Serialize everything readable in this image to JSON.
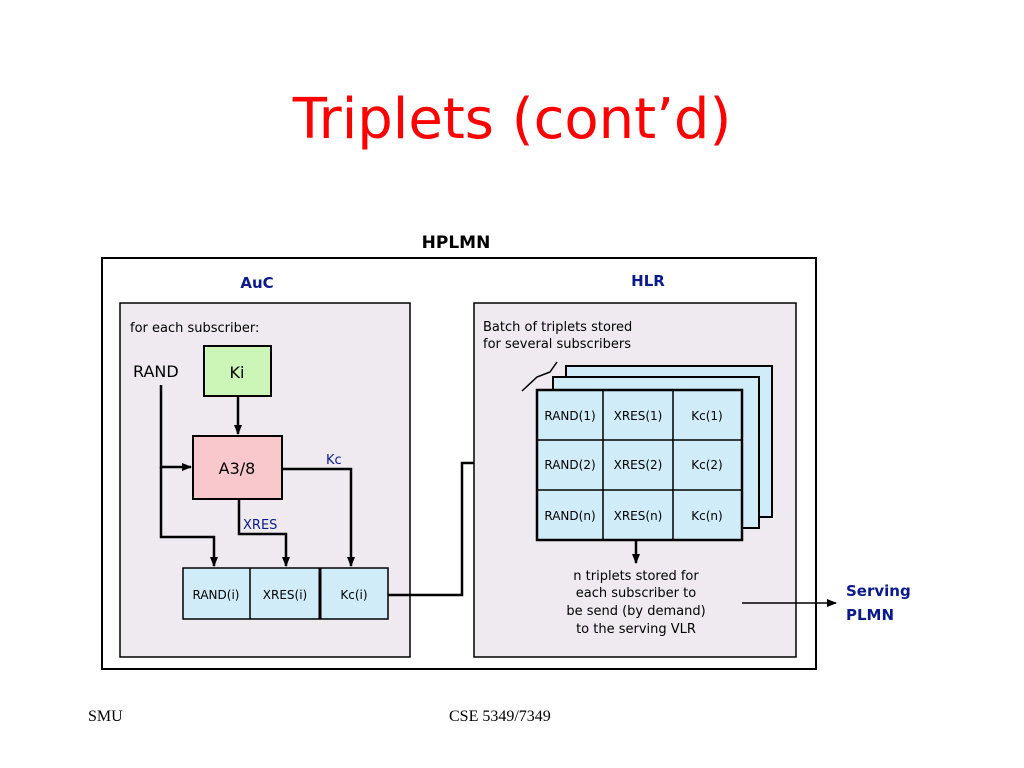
{
  "slide": {
    "title": "Triplets (cont’d)",
    "footer_left": "SMU",
    "footer_center": "CSE 5349/7349"
  },
  "diagram": {
    "outer_label": "HPLMN",
    "auc": {
      "label": "AuC",
      "caption": "for each subscriber:",
      "rand_label": "RAND",
      "ki_label": "Ki",
      "algo_label": "A3/8",
      "kc_label": "Kc",
      "xres_label": "XRES",
      "output_cells": [
        "RAND(i)",
        "XRES(i)",
        "Kc(i)"
      ]
    },
    "hlr": {
      "label": "HLR",
      "caption_line1": "Batch of triplets stored",
      "caption_line2": "for several subscribers",
      "table_rows": [
        [
          "RAND(1)",
          "XRES(1)",
          "Kc(1)"
        ],
        [
          "RAND(2)",
          "XRES(2)",
          "Kc(2)"
        ],
        [
          "RAND(n)",
          "XRES(n)",
          "Kc(n)"
        ]
      ],
      "note_lines": [
        "n triplets stored for",
        "each subscriber to",
        "be send (by demand)",
        "to the serving VLR"
      ]
    },
    "serving_line1": "Serving",
    "serving_line2": "PLMN",
    "colors": {
      "title": "#ff0000",
      "panel_fill": "#eeeaf0",
      "ki_fill": "#ccf5b8",
      "algo_fill": "#f9c8cc",
      "cell_fill": "#cfecf8",
      "label_blue": "#0a1a8c"
    }
  }
}
